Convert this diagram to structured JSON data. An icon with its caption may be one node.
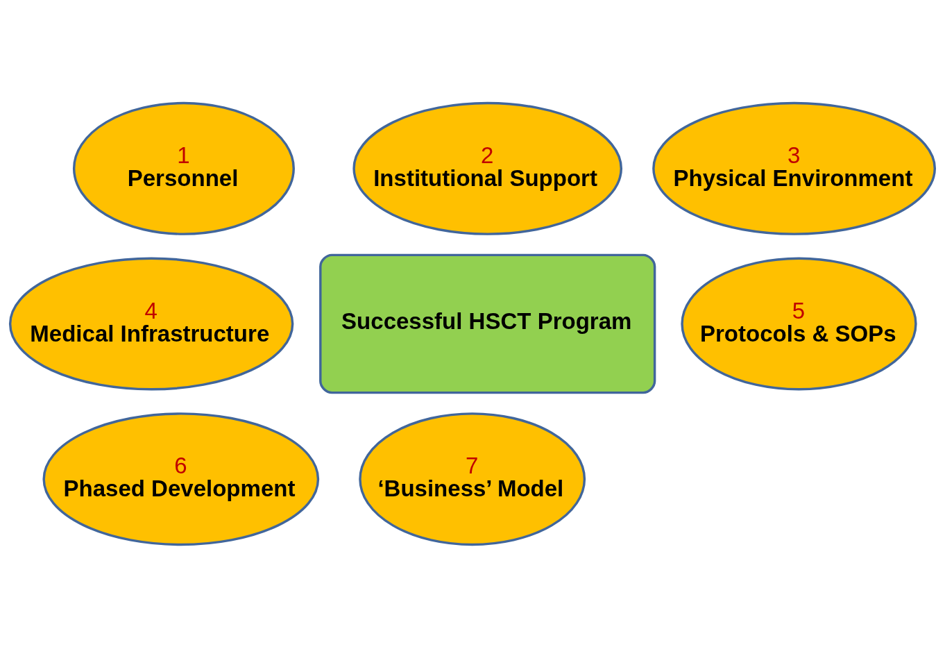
{
  "diagram": {
    "nodes": [
      {
        "text": [
          "1",
          "Personnel"
        ]
      },
      {
        "text": [
          "2",
          "Institutional Support"
        ]
      },
      {
        "text": [
          "3",
          "Physical Environment"
        ]
      },
      {
        "text": [
          "4",
          "Medical Infrastructure"
        ]
      },
      {
        "text": [
          "5",
          "Protocols & SOPs"
        ]
      },
      {
        "text": [
          "6",
          "Phased Development"
        ]
      },
      {
        "text": [
          "7",
          "‘Business’ Model"
        ]
      },
      {
        "text": [
          "Successful HSCT Program"
        ]
      }
    ],
    "edges": []
  }
}
